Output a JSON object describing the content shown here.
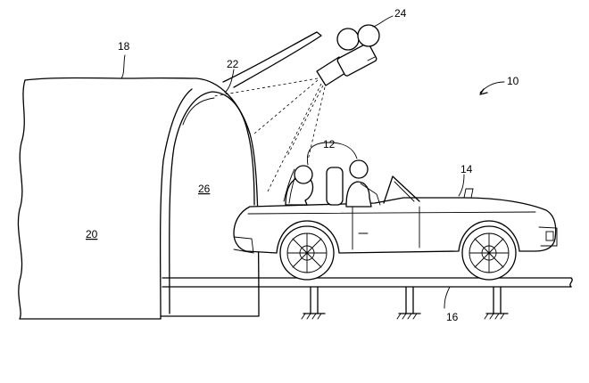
{
  "figure": {
    "reference_numerals": {
      "system": "10",
      "occupants": "12",
      "vehicle": "14",
      "platform": "16",
      "enclosure": "18",
      "enclosure_body": "20",
      "beam": "22",
      "camera": "24",
      "opening": "26"
    }
  }
}
